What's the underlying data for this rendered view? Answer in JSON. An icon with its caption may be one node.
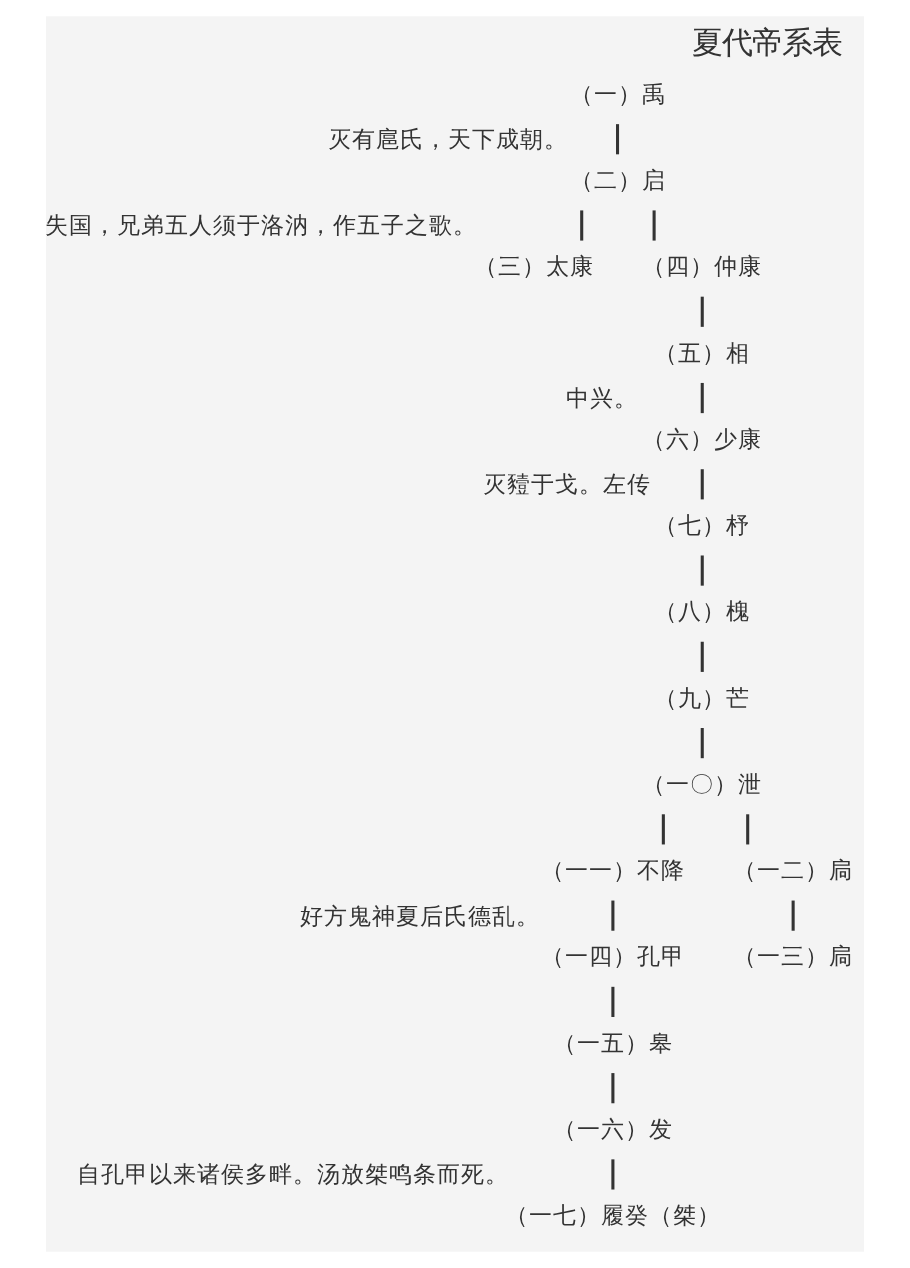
{
  "diagram": {
    "title": "夏代帝系表",
    "nodes": [
      {
        "text": [
          "（一）禹"
        ]
      },
      {
        "text": [
          "（二）启"
        ],
        "beside": [
          "灭有扈氏，天下成朝。"
        ]
      },
      {
        "text": [
          "（三）太康"
        ],
        "beside": [
          "失国，兄弟五人须于洛汭，作五子之歌。"
        ]
      },
      {
        "text": [
          "（四）仲康"
        ]
      },
      {
        "text": [
          "（五）相"
        ]
      },
      {
        "text": [
          "（六）少康"
        ],
        "beside": [
          "中兴。"
        ]
      },
      {
        "text": [
          "（七）杼"
        ],
        "beside": [
          "灭豷于戈。左传"
        ]
      },
      {
        "text": [
          "（八）槐"
        ]
      },
      {
        "text": [
          "（九）芒"
        ]
      },
      {
        "text": [
          "（一〇）泄"
        ]
      },
      {
        "text": [
          "（一一）不降"
        ]
      },
      {
        "text": [
          "（一二）扃"
        ]
      },
      {
        "text": [
          "（一三）扃"
        ]
      },
      {
        "text": [
          "（一四）孔甲"
        ],
        "beside": [
          "好方鬼神夏后氏德乱。"
        ]
      },
      {
        "text": [
          "（一五）皋"
        ]
      },
      {
        "text": [
          "（一六）发"
        ]
      },
      {
        "text": [
          "（一七）履癸（桀）"
        ],
        "beside": [
          "自孔甲以来诸侯多畔。汤放桀鸣条而死。"
        ]
      }
    ],
    "edges": [
      {
        "from": 0,
        "to": 1,
        "arrow": "none"
      },
      {
        "from": 1,
        "to": 2,
        "arrow": "none"
      },
      {
        "from": 1,
        "to": 3,
        "arrow": "none"
      },
      {
        "from": 3,
        "to": 4,
        "arrow": "none"
      },
      {
        "from": 4,
        "to": 5,
        "arrow": "none"
      },
      {
        "from": 5,
        "to": 6,
        "arrow": "none"
      },
      {
        "from": 6,
        "to": 7,
        "arrow": "none"
      },
      {
        "from": 7,
        "to": 8,
        "arrow": "none"
      },
      {
        "from": 8,
        "to": 9,
        "arrow": "none"
      },
      {
        "from": 9,
        "to": 10,
        "arrow": "none"
      },
      {
        "from": 9,
        "to": 11,
        "arrow": "none"
      },
      {
        "from": 11,
        "to": 12,
        "arrow": "none"
      },
      {
        "from": 10,
        "to": 13,
        "arrow": "none"
      },
      {
        "from": 13,
        "to": 14,
        "arrow": "none"
      },
      {
        "from": 14,
        "to": 15,
        "arrow": "none"
      },
      {
        "from": 15,
        "to": 16,
        "arrow": "none"
      }
    ]
  }
}
